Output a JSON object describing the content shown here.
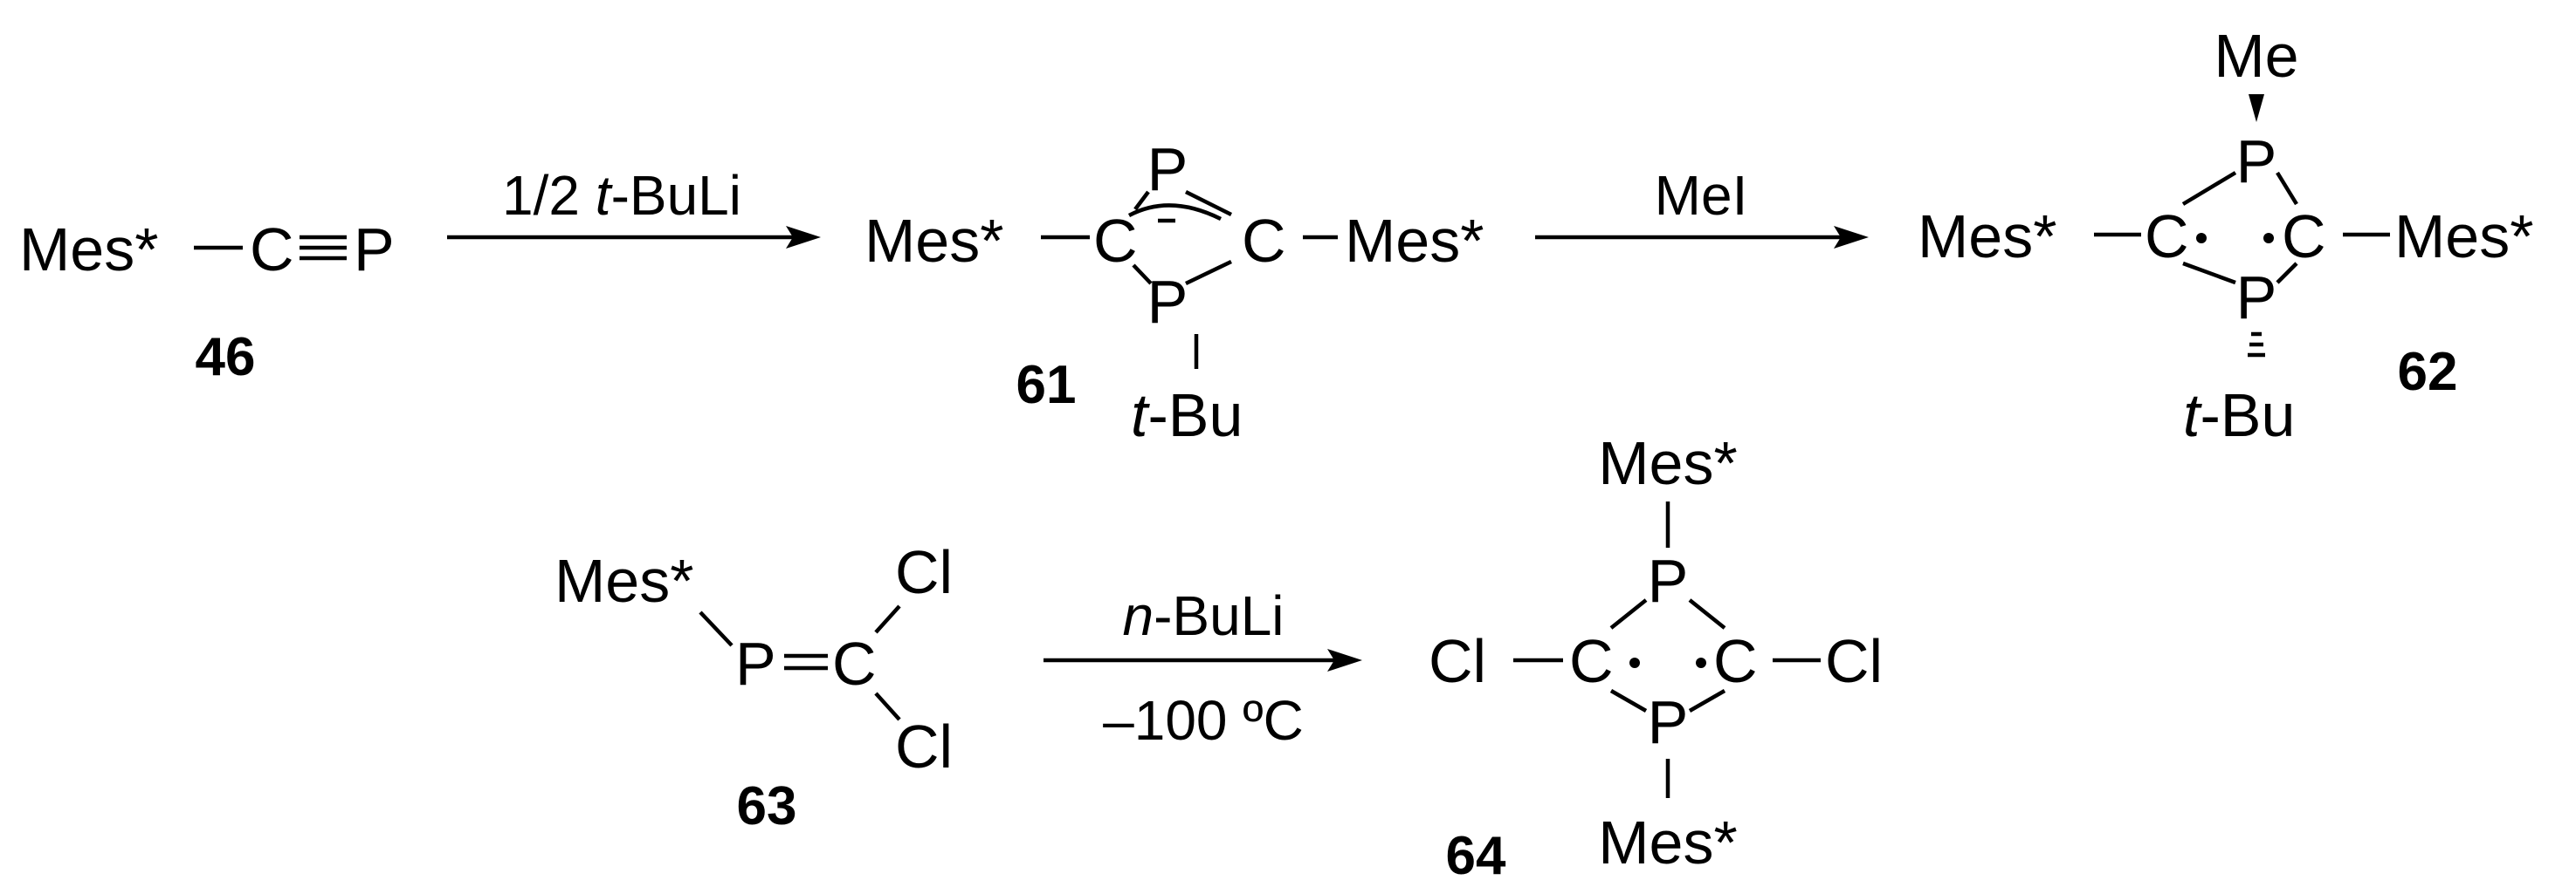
{
  "scheme": {
    "compound_46": {
      "label": "46",
      "substituent": "Mes*",
      "carbon": "C",
      "phosphorus": "P"
    },
    "arrow_1": {
      "reagent_prefix": "1/2 ",
      "reagent_italic": "t",
      "reagent_suffix": "-BuLi"
    },
    "compound_61": {
      "label": "61",
      "left_substituent": "Mes*",
      "right_substituent": "Mes*",
      "left_carbon": "C",
      "right_carbon": "C",
      "top_phosphorus": "P",
      "bottom_phosphorus": "P",
      "tbu_italic": "t",
      "tbu_rest": "-Bu"
    },
    "arrow_2": {
      "reagent": "MeI"
    },
    "compound_62": {
      "label": "62",
      "left_substituent": "Mes*",
      "right_substituent": "Mes*",
      "left_carbon": "C",
      "right_carbon": "C",
      "top_phosphorus": "P",
      "bottom_phosphorus": "P",
      "methyl": "Me",
      "tbu_italic": "t",
      "tbu_rest": "-Bu"
    },
    "compound_63": {
      "label": "63",
      "substituent": "Mes*",
      "phosphorus": "P",
      "carbon": "C",
      "chlorine_top": "Cl",
      "chlorine_bottom": "Cl"
    },
    "arrow_3": {
      "reagent_italic": "n",
      "reagent_rest": "-BuLi",
      "condition": "–100 ºC"
    },
    "compound_64": {
      "label": "64",
      "top_substituent": "Mes*",
      "bottom_substituent": "Mes*",
      "left_chlorine": "Cl",
      "right_chlorine": "Cl",
      "left_carbon": "C",
      "right_carbon": "C",
      "top_phosphorus": "P",
      "bottom_phosphorus": "P"
    }
  }
}
